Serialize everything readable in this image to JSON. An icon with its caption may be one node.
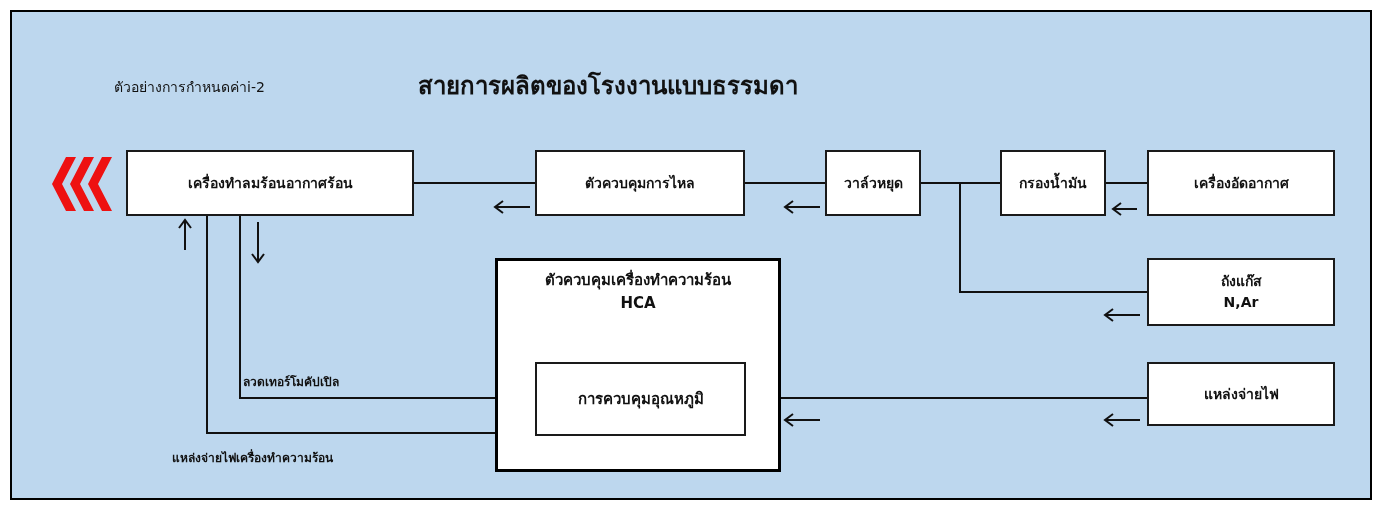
{
  "diagram": {
    "title": "สายการผลิตของโรงงานแบบธรรมดา",
    "nodes": [
      {
        "text": [
          "เครื่องทำลมร้อนอากาศร้อน"
        ]
      },
      {
        "text": [
          "ตัวควบคุมการไหล"
        ]
      },
      {
        "text": [
          "วาล์วหยุด"
        ]
      },
      {
        "text": [
          "กรองน้ำมัน"
        ]
      },
      {
        "text": [
          "เครื่องอัดอากาศ"
        ]
      },
      {
        "text": [
          "ถังแก๊ส",
          "N,Ar"
        ]
      },
      {
        "text": [
          "ตัวควบคุมเครื่องทำความร้อน",
          "HCA"
        ]
      },
      {
        "text": [
          "การควบคุมอุณหภูมิ"
        ],
        "in": 6
      },
      {
        "text": [
          "แหล่งจ่ายไฟ"
        ]
      }
    ],
    "edges": [
      {
        "from": 0,
        "to": 1,
        "arrow": "none"
      },
      {
        "from": 1,
        "to": 2,
        "arrow": "none"
      },
      {
        "from": 2,
        "to": 3,
        "arrow": "none"
      },
      {
        "from": 3,
        "to": 4,
        "arrow": "none"
      },
      {
        "from": 5,
        "to": 2,
        "arrow": "none"
      },
      {
        "from": 8,
        "to": 6,
        "arrow": "none"
      },
      {
        "from": 0,
        "to": 6,
        "arrow": "none",
        "label": "ลวดเทอร์โมคัปเปิล"
      },
      {
        "from": 6,
        "to": 0,
        "arrow": "none",
        "label": "แหล่งจ่ายไฟเครื่องทำความร้อน"
      }
    ],
    "labels": [
      "ตัวอย่างการกำหนดค่าi-2"
    ]
  }
}
